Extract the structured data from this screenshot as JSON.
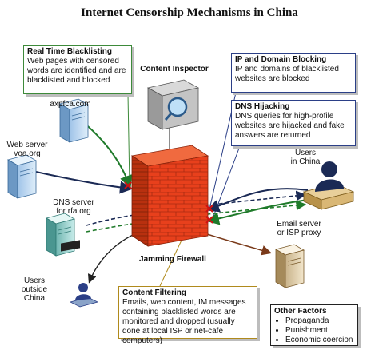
{
  "title": "Internet Censorship Mechanisms in China",
  "boxes": {
    "realtime": {
      "heading": "Real Time Blacklisting",
      "text": "Web pages with censored words are identified and are blacklisted and blocked"
    },
    "ipdomain": {
      "heading": "IP and Domain Blocking",
      "text": "IP and domains of blacklisted websites are blocked"
    },
    "dns": {
      "heading": "DNS Hijacking",
      "text": "DNS queries for high-profile websites are hijacked and fake answers are returned"
    },
    "content": {
      "heading": "Content Filtering",
      "text": "Emails, web content, IM messages containing blacklisted words are monitored and dropped (usually done at local ISP or net-cafe computers)"
    },
    "other": {
      "heading": "Other Factors",
      "items": [
        "Propaganda",
        "Punishment",
        "Economic coercion"
      ]
    }
  },
  "nodes": {
    "web_axpfca": {
      "line1": "Web server",
      "line2": "axpfca.com"
    },
    "web_voa": {
      "line1": "Web server",
      "line2": "voa.org"
    },
    "dns_rfa": {
      "line1": "DNS server",
      "line2": "for rfa.org"
    },
    "users_outside": {
      "line1": "Users",
      "line2": "outside",
      "line3": "China"
    },
    "content_inspector": "Content Inspector",
    "firewall": "Jamming Firewall",
    "users_china": {
      "line1": "Users",
      "line2": "in China"
    },
    "email_server": {
      "line1": "Email server",
      "line2": "or ISP proxy"
    }
  },
  "colors": {
    "firewall": "#e8401c",
    "green_arrow": "#1f7a2a",
    "dark_arrow": "#1b2a55",
    "block_mark": "#d01010",
    "brown_arrow": "#7a3a1a"
  }
}
